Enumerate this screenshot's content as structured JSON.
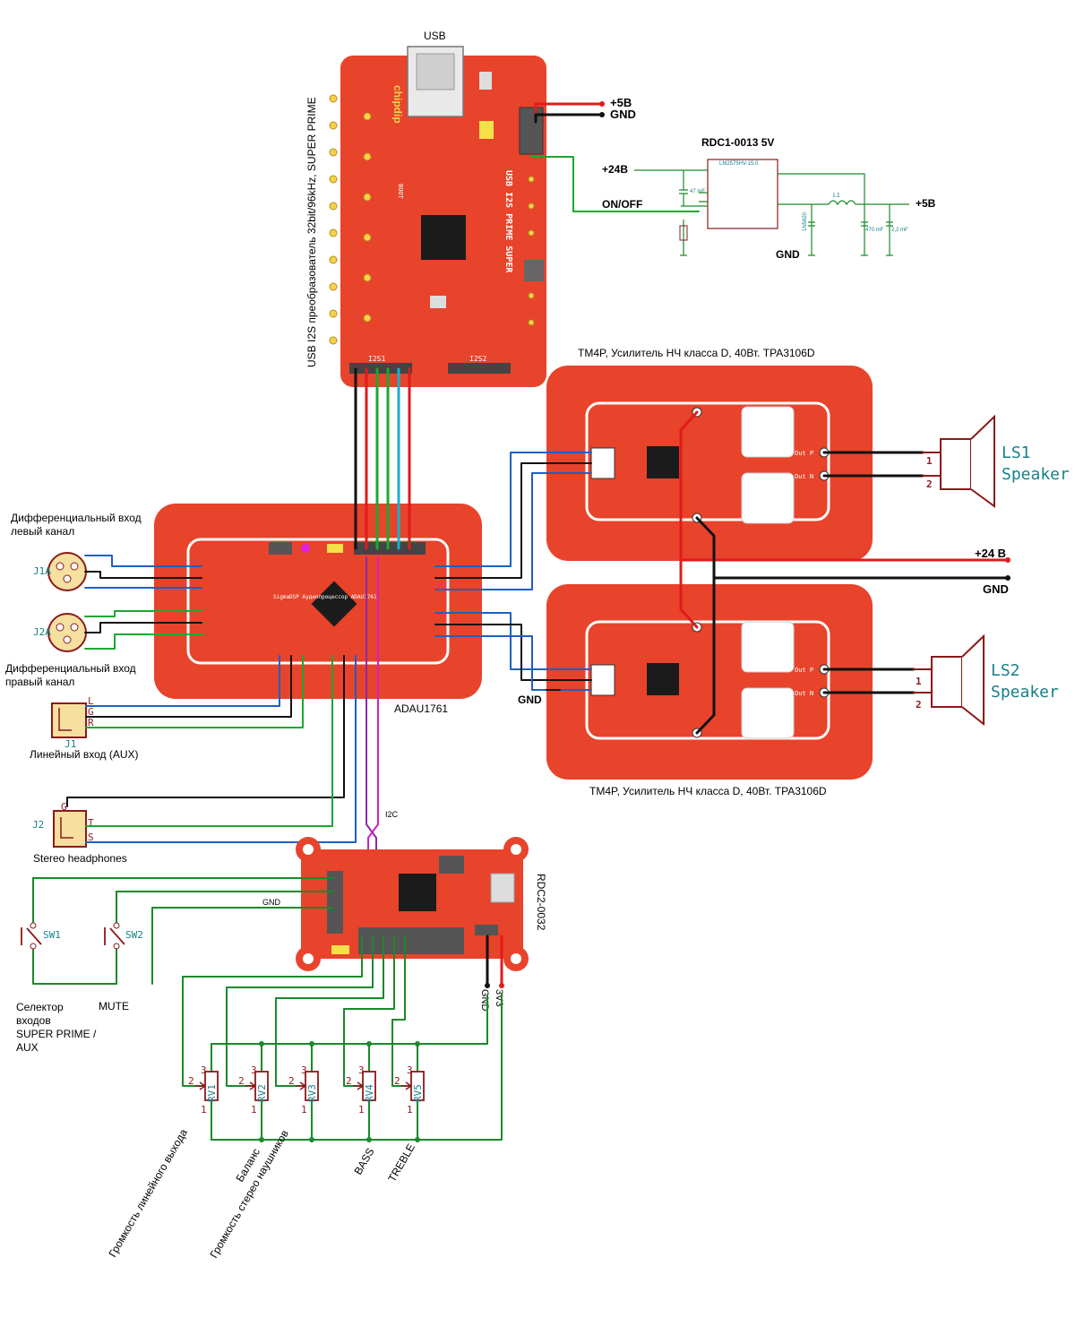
{
  "usb_board": {
    "usb_label": "USB",
    "side_label": "USB I2S преобразователь 32bit/96kHz, SUPER PRIME",
    "silk_name": "USB I2S PRIME SUPER",
    "brand": "chipdip",
    "boot": "BOOT",
    "i2s1": "I2S1",
    "i2s2": "I2S2",
    "power_plus": "+5В",
    "power_gnd": "GND"
  },
  "rdc1": {
    "title": "RDC1-0013 5V",
    "chip": "LM2575HV-15.0",
    "in_label": "+24В",
    "on_off": "ON/OFF",
    "out_label": "+5В",
    "gnd": "GND",
    "c1": "47 mF",
    "c2": "470 mF",
    "c3": "2,2 mF",
    "l1": "L1",
    "d1": "1N5820"
  },
  "amp_top": {
    "title": "TM4P, Усилитель НЧ класса D, 40Вт. TPA3106D",
    "out_p": "Out P",
    "out_n": "Out N",
    "speaker_name": "LS1",
    "speaker_word": "Speaker",
    "pin1": "1",
    "pin2": "2"
  },
  "amp_bottom": {
    "title": "TM4P, Усилитель НЧ класса D, 40Вт. TPA3106D",
    "out_p": "Out P",
    "out_n": "Out N",
    "speaker_name": "LS2",
    "speaker_word": "Speaker",
    "pin1": "1",
    "pin2": "2"
  },
  "supply": {
    "plus24": "+24 В",
    "gnd": "GND",
    "gnd_left": "GND"
  },
  "dsp_board": {
    "name": "ADAU1761",
    "silk": "SigmaDSP Аудиопроцессор ADAU1761"
  },
  "inputs": {
    "diff_left_1": "Дифференциальный вход",
    "diff_left_2": "левый канал",
    "diff_right_1": "Дифференциальный вход",
    "diff_right_2": "правый канал",
    "j1a": "J1A",
    "j2a": "J2A",
    "aux_pins": [
      "L",
      "G",
      "R"
    ],
    "aux_ref": "J1",
    "aux_label": "Линейный вход (AUX)",
    "hp_ref": "J2",
    "hp_pins": [
      "G",
      "T",
      "S"
    ],
    "hp_label": "Stereo headphones"
  },
  "rdc2": {
    "name": "RDC2-0032",
    "i2c": "I2C",
    "gnd_wire": "GND",
    "gnd_pin": "GND",
    "v33_pin": "3V3"
  },
  "switches": {
    "sw1": "SW1",
    "sw2": "SW2",
    "selector_1": "Селектор",
    "selector_2": "входов",
    "selector_3": "SUPER PRIME /",
    "selector_4": "AUX",
    "mute": "MUTE"
  },
  "pots": [
    {
      "ref": "RV1",
      "label": "Громкость линейного выхода"
    },
    {
      "ref": "RV2",
      "label": "Баланс"
    },
    {
      "ref": "RV3",
      "label": "Громкость стерео наушников"
    },
    {
      "ref": "RV4",
      "label": "BASS"
    },
    {
      "ref": "RV5",
      "label": "TREBLE"
    }
  ],
  "pot_pins": [
    "1",
    "2",
    "3"
  ],
  "colors": {
    "pcb": "#e8432b",
    "wire_red": "#e01b1b",
    "wire_black": "#111111",
    "wire_green": "#1aa830",
    "wire_blue": "#1f5fc4",
    "wire_cyan": "#17b0d0",
    "wire_purple": "#8a2aa8",
    "wire_magenta": "#d020c8",
    "schematic_green": "#1a8a2a",
    "teal_text": "#17808a"
  }
}
